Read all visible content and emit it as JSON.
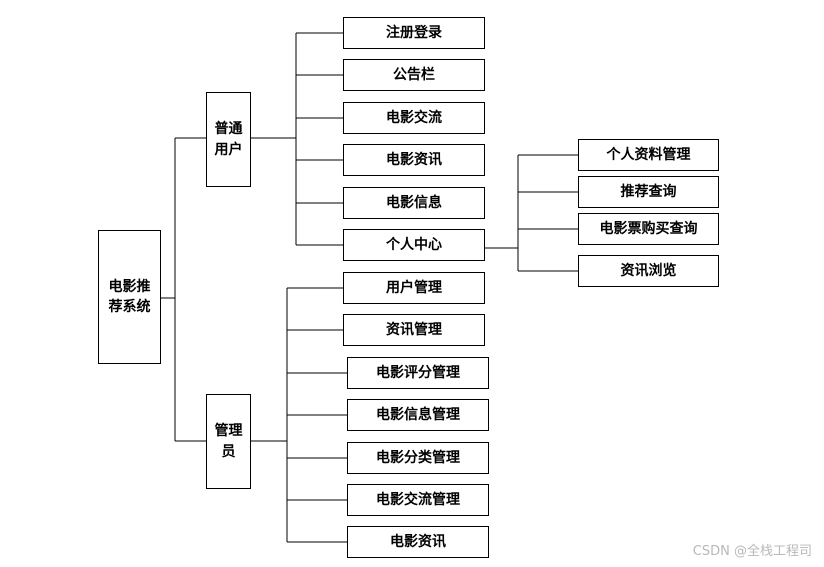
{
  "root": {
    "line1": "电影推",
    "line2": "荐系统"
  },
  "user_group": {
    "line1": "普通",
    "line2": "用户",
    "items": [
      "注册登录",
      "公告栏",
      "电影交流",
      "电影资讯",
      "电影信息",
      "个人中心"
    ]
  },
  "personal_center": {
    "items": [
      "个人资料管理",
      "推荐查询",
      "电影票购买查询",
      "资讯浏览"
    ]
  },
  "admin_group": {
    "line1": "管理",
    "line2": "员",
    "items": [
      "用户管理",
      "资讯管理",
      "电影评分管理",
      "电影信息管理",
      "电影分类管理",
      "电影交流管理",
      "电影资讯"
    ]
  },
  "watermark": "CSDN @全栈工程司"
}
